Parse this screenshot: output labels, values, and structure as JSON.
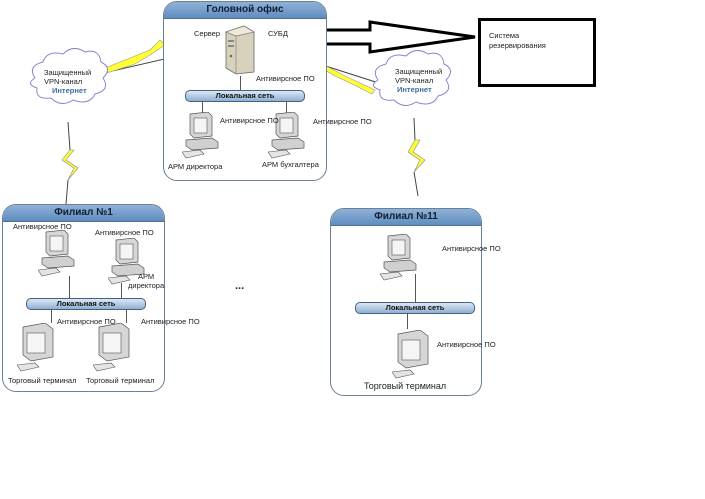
{
  "head_office": {
    "title": "Головной офис",
    "server_label": "Сервер",
    "dbms_label": "СУБД",
    "server_antivirus": "Антивирсное ПО",
    "lan_label": "Локальная сеть",
    "pc1_antivirus": "Антивирсное ПО",
    "pc2_antivirus": "Антивирсное ПО",
    "pc1_label": "АРМ директора",
    "pc2_label": "АРМ бухгалтера"
  },
  "backup_system": {
    "label_line1": "Система",
    "label_line2": "резервирования"
  },
  "vpn_left": {
    "line1": "Защищенный",
    "line2": "VPN-канал",
    "line3": "Интернет"
  },
  "vpn_right": {
    "line1": "Защищенный",
    "line2": "VPN-канал",
    "line3": "Интернет"
  },
  "branch1": {
    "title": "Филиал №1",
    "pc1_antivirus": "Антивирсное ПО",
    "pc2_antivirus": "Антивирсное ПО",
    "pc2_label_line1": "АРМ",
    "pc2_label_line2": "директора",
    "lan_label": "Локальная сеть",
    "term1_antivirus": "Антивирсное ПО",
    "term2_antivirus": "Антивирсное ПО",
    "term1_label": "Торговый терминал",
    "term2_label": "Торговый терминал"
  },
  "ellipsis": "...",
  "branch11": {
    "title": "Филиал №11",
    "pc_antivirus": "Антивирсное ПО",
    "lan_label": "Локальная сеть",
    "term_antivirus": "Антивирсное ПО",
    "term_label": "Торговый терминал"
  },
  "colors": {
    "panel_header": "#5f8cc0",
    "lightning": "#ffff33",
    "internet_text": "#3b6ea5",
    "cloud_border": "#8a85c9"
  }
}
